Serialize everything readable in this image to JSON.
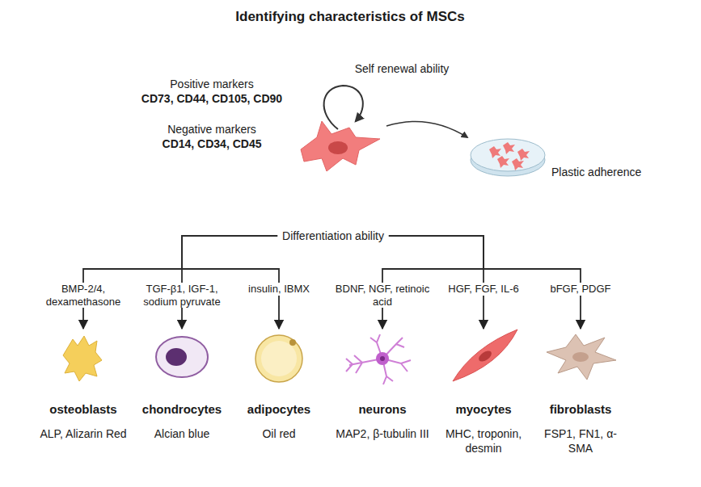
{
  "diagram": {
    "title": "Identifying characteristics of MSCs",
    "nodes": [
      {
        "text": [
          "Plastic adherence"
        ]
      },
      {
        "text": [
          "Differentiation ability"
        ]
      },
      {
        "text": [
          "osteoblasts",
          "ALP, Alizarin Red"
        ]
      },
      {
        "text": [
          "chondrocytes",
          "Alcian blue"
        ]
      },
      {
        "text": [
          "adipocytes",
          "Oil red"
        ]
      },
      {
        "text": [
          "neurons",
          "MAP2, β-tubulin III"
        ]
      },
      {
        "text": [
          "myocytes",
          "MHC, troponin, desmin"
        ]
      },
      {
        "text": [
          "fibroblasts",
          "FSP1, FN1, α-SMA"
        ]
      }
    ],
    "edges": [
      {
        "from": 1,
        "to": 2,
        "arrow": "to",
        "label": "BMP-2/4, dexamethasone"
      },
      {
        "from": 1,
        "to": 3,
        "arrow": "to",
        "label": "TGF-β1, IGF-1, sodium pyruvate"
      },
      {
        "from": 1,
        "to": 4,
        "arrow": "to",
        "label": "insulin, IBMX"
      },
      {
        "from": 1,
        "to": 5,
        "arrow": "to",
        "label": "BDNF, NGF, retinoic acid"
      },
      {
        "from": 1,
        "to": 6,
        "arrow": "to",
        "label": "HGF, FGF, IL-6"
      },
      {
        "from": 1,
        "to": 7,
        "arrow": "to",
        "label": "bFGF, PDGF"
      }
    ],
    "labels": [
      "Self renewal ability",
      "Positive markers",
      "CD73, CD44, CD105, CD90",
      "Negative markers",
      "CD14, CD34, CD45"
    ]
  }
}
